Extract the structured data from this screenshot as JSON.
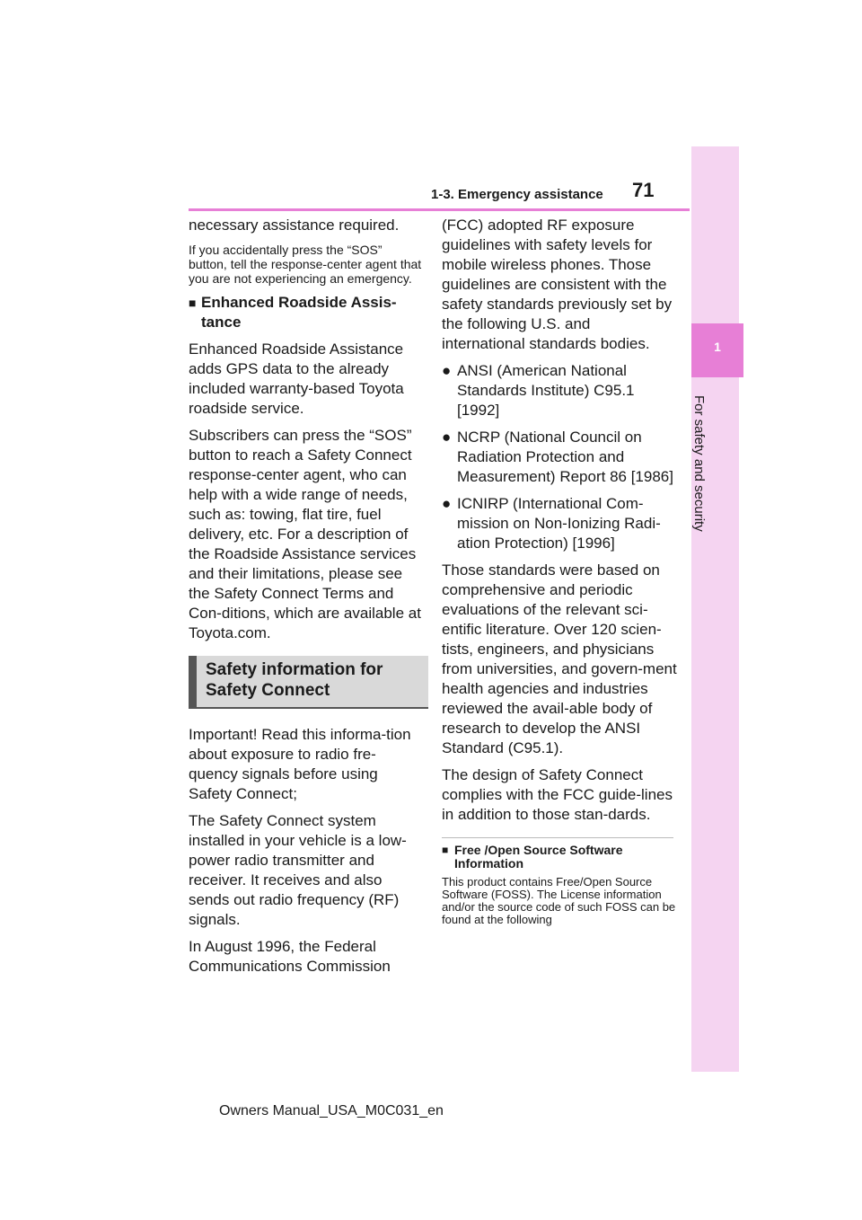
{
  "header": {
    "section": "1-3. Emergency assistance",
    "page_number": "71"
  },
  "side_tab": {
    "number": "1",
    "label": "For safety and security"
  },
  "left_column": {
    "p1": "necessary assistance required.",
    "note": "If you accidentally press the “SOS” button, tell the response-center agent that you are not experiencing an emergency.",
    "subheading": "Enhanced Roadside Assis-tance",
    "p2": "Enhanced Roadside Assistance adds GPS data to the already included warranty-based Toyota roadside service.",
    "p3": "Subscribers can press the “SOS” button to reach a Safety Connect response-center agent, who can help with a wide range of needs, such as: towing, flat tire, fuel delivery, etc. For a description of the Roadside Assistance services and their limitations, please see the Safety Connect Terms and Con-ditions, which are available at Toyota.com.",
    "box_heading": "Safety information for Safety Connect",
    "p4": "Important! Read this informa-tion about exposure to radio fre-quency signals before using Safety Connect;",
    "p5": "The Safety Connect system installed in your vehicle is a low-power radio transmitter and receiver. It receives and also sends out radio frequency (RF) signals.",
    "p6": "In August 1996, the Federal Communications Commission"
  },
  "right_column": {
    "p1": "(FCC) adopted RF exposure guidelines with safety levels for mobile wireless phones. Those guidelines are consistent with the safety standards previously set by the following U.S. and international standards bodies.",
    "bullets": [
      "ANSI (American National Standards Institute) C95.1 [1992]",
      "NCRP (National Council on Radiation Protection and Measurement) Report 86 [1986]",
      "ICNIRP (International Com-mission on Non-Ionizing Radi-ation Protection) [1996]"
    ],
    "p2": "Those standards were based on comprehensive and periodic evaluations of the relevant sci-entific literature. Over 120 scien-tists, engineers, and physicians from universities, and govern-ment health agencies and industries reviewed the avail-able body of research to develop the ANSI Standard (C95.1).",
    "p3": "The design of Safety Connect complies with the FCC guide-lines in addition to those stan-dards.",
    "note_heading": "Free /Open Source Software Information",
    "note_text": "This product contains Free/Open Source Software (FOSS). The License information and/or the source code of such FOSS can be found at the following"
  },
  "footer": {
    "text": "Owners Manual_USA_M0C031_en"
  },
  "colors": {
    "accent": "#e77fd6",
    "tab_bg": "#f5d4f1",
    "box_bg": "#d9d9d9"
  }
}
